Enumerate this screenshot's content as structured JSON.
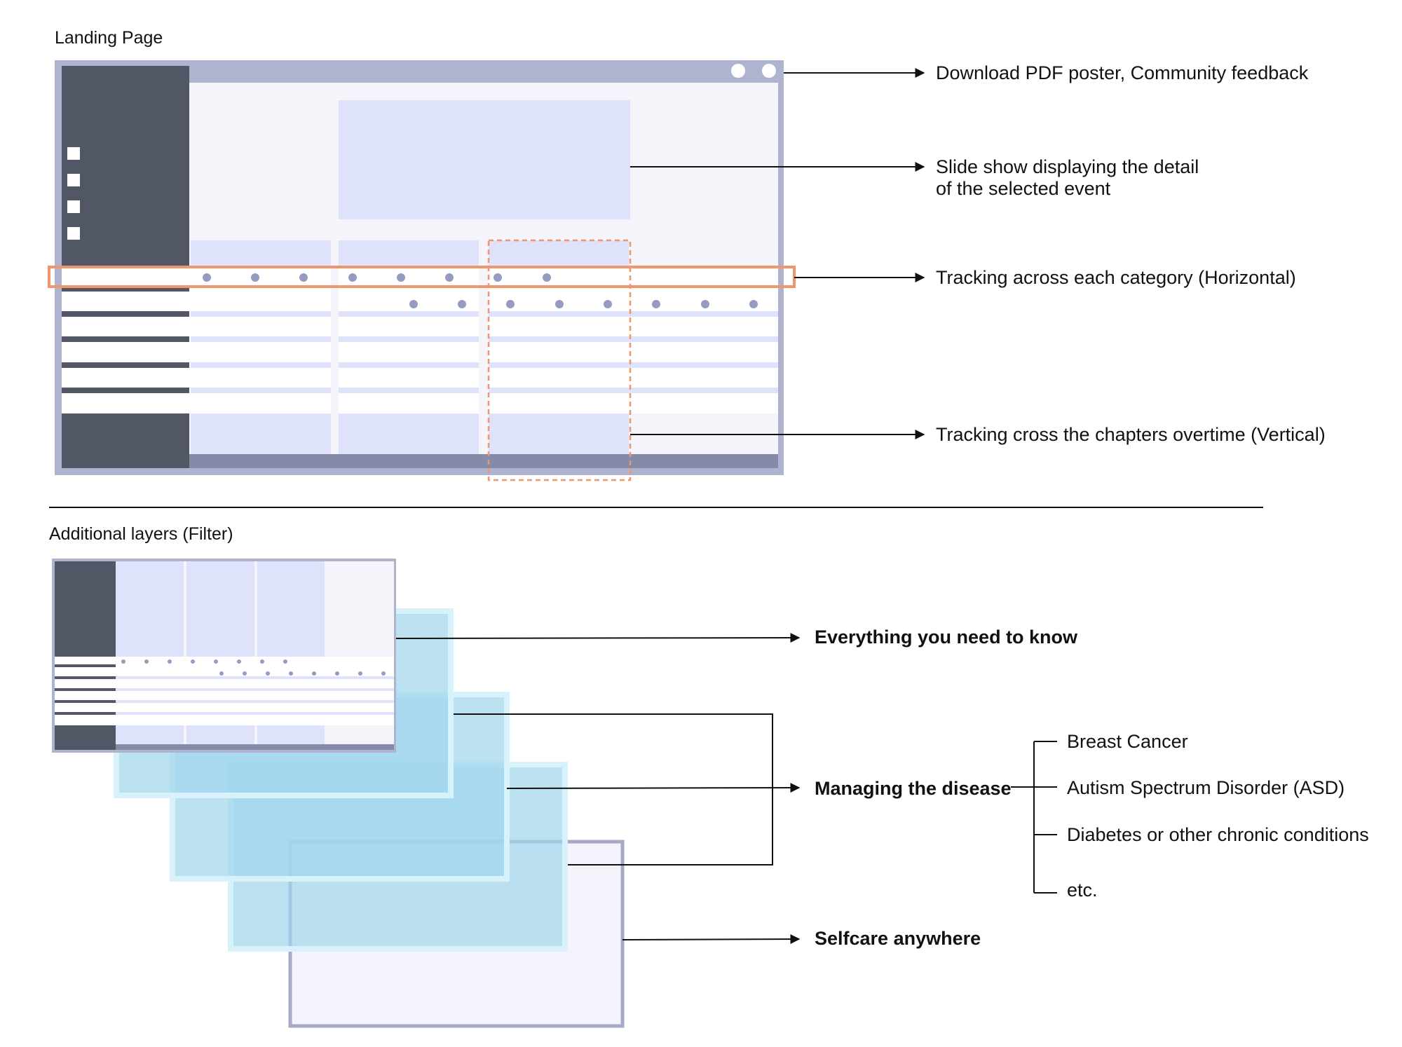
{
  "landing": {
    "title": "Landing Page",
    "annotations": {
      "download": "Download PDF poster, Community feedback",
      "slideshow_line1": "Slide show displaying the detail",
      "slideshow_line2": "of the selected event",
      "horizontal": "Tracking across each category (Horizontal)",
      "vertical": "Tracking cross the chapters overtime (Vertical)"
    }
  },
  "layers": {
    "title": "Additional layers (Filter)",
    "everything": "Everything you need to know",
    "managing": "Managing the disease",
    "selfcare": "Selfcare anywhere",
    "conditions": [
      "Breast Cancer",
      "Autism Spectrum Disorder (ASD)",
      "Diabetes or other chronic conditions",
      "etc."
    ]
  },
  "colors": {
    "frame": "#aeb3cf",
    "sidebar": "#525766",
    "panel": "#dfe2fb",
    "content_bg": "#f4f4fa",
    "dot": "#959bc3",
    "highlight": "#f2956d",
    "layer_blue": "#9fd6ec",
    "layer_blue_border": "#d8f2fb",
    "last_layer_bg": "#f4f3fb",
    "last_layer_border": "#a5a9c7",
    "line": "#111111"
  }
}
